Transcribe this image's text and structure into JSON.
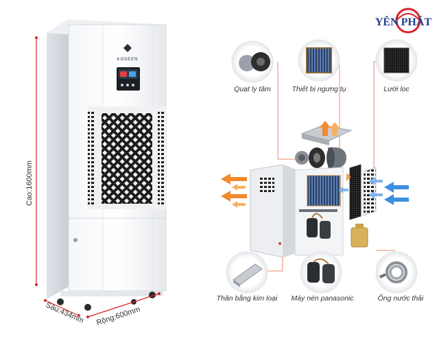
{
  "brand": {
    "logo_text": "YÊN PHÁT",
    "product_brand": "KOSEEN"
  },
  "dimensions": {
    "height_label": "Cao:1600mm",
    "depth_label": "Sâu:434mm",
    "width_label": "Rộng:600mm"
  },
  "components": [
    {
      "label": "Quạt ly tâm"
    },
    {
      "label": "Thiết bị ngưng tụ"
    },
    {
      "label": "Lưới lọc"
    },
    {
      "label": "Thân bằng kim loại"
    },
    {
      "label": "Máy nén panasonic"
    },
    {
      "label": "Ống nước thải"
    }
  ],
  "colors": {
    "callout_line": "#e88a6a",
    "airflow_hot": "#f28a2e",
    "airflow_cold": "#3d8fe0",
    "logo_red": "#d8232a",
    "logo_blue": "#1f3f8f"
  }
}
